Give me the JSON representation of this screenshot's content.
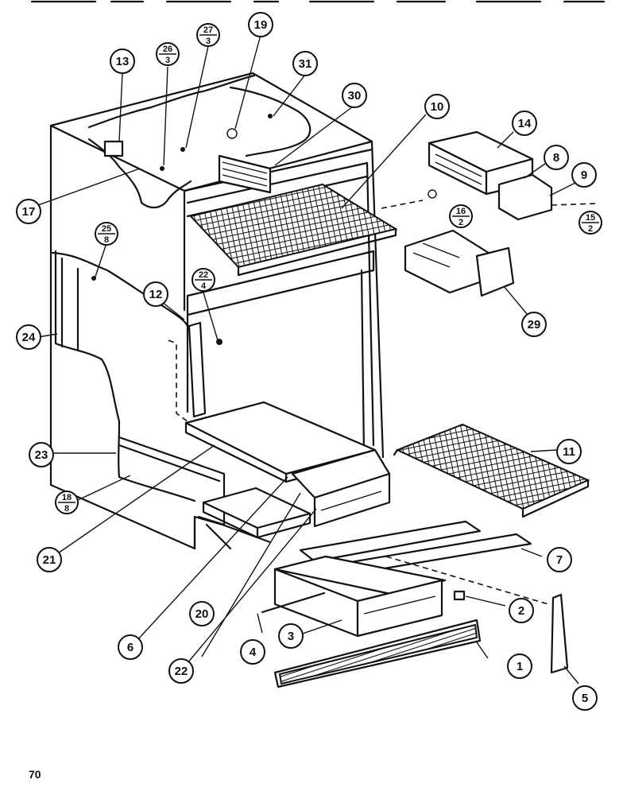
{
  "page": {
    "number": "70"
  },
  "callouts": {
    "c1": "1",
    "c2": "2",
    "c3": "3",
    "c4": "4",
    "c5": "5",
    "c6": "6",
    "c7": "7",
    "c8": "8",
    "c9": "9",
    "c10": "10",
    "c11": "11",
    "c12": "12",
    "c13": "13",
    "c14": "14",
    "c17": "17",
    "c19": "19",
    "c20": "20",
    "c21": "21",
    "c22": "22",
    "c23": "23",
    "c24": "24",
    "c29": "29",
    "c30": "30",
    "c31": "31"
  },
  "fraction_callouts": {
    "f26_3": {
      "num": "26",
      "den": "3"
    },
    "f27_3": {
      "num": "27",
      "den": "3"
    },
    "f16_2": {
      "num": "16",
      "den": "2"
    },
    "f15_2": {
      "num": "15",
      "den": "2"
    },
    "f25_8": {
      "num": "25",
      "den": "8"
    },
    "f22_4": {
      "num": "22",
      "den": "4"
    },
    "f18_8": {
      "num": "18",
      "den": "8"
    }
  }
}
